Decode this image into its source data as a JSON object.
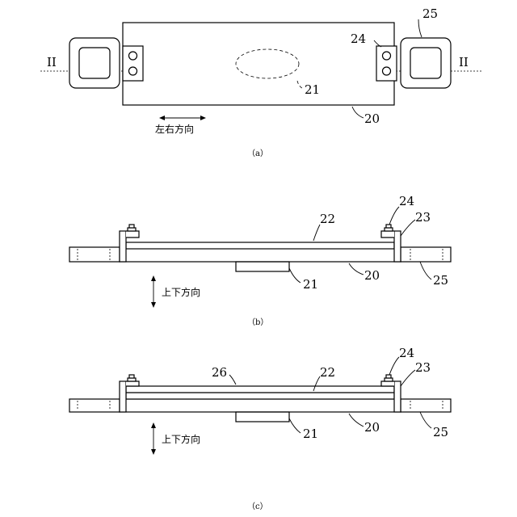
{
  "figure_a": {
    "caption": "（a）",
    "section_left": "II",
    "section_right": "II",
    "direction_label": "左右方向",
    "labels": {
      "n20": "20",
      "n21": "21",
      "n24": "24",
      "n25": "25"
    }
  },
  "figure_b": {
    "caption": "（b）",
    "direction_label": "上下方向",
    "labels": {
      "n20": "20",
      "n21": "21",
      "n22": "22",
      "n23": "23",
      "n24": "24",
      "n25": "25"
    }
  },
  "figure_c": {
    "caption": "（c）",
    "direction_label": "上下方向",
    "labels": {
      "n20": "20",
      "n21": "21",
      "n22": "22",
      "n23": "23",
      "n24": "24",
      "n25": "25",
      "n26": "26"
    }
  }
}
